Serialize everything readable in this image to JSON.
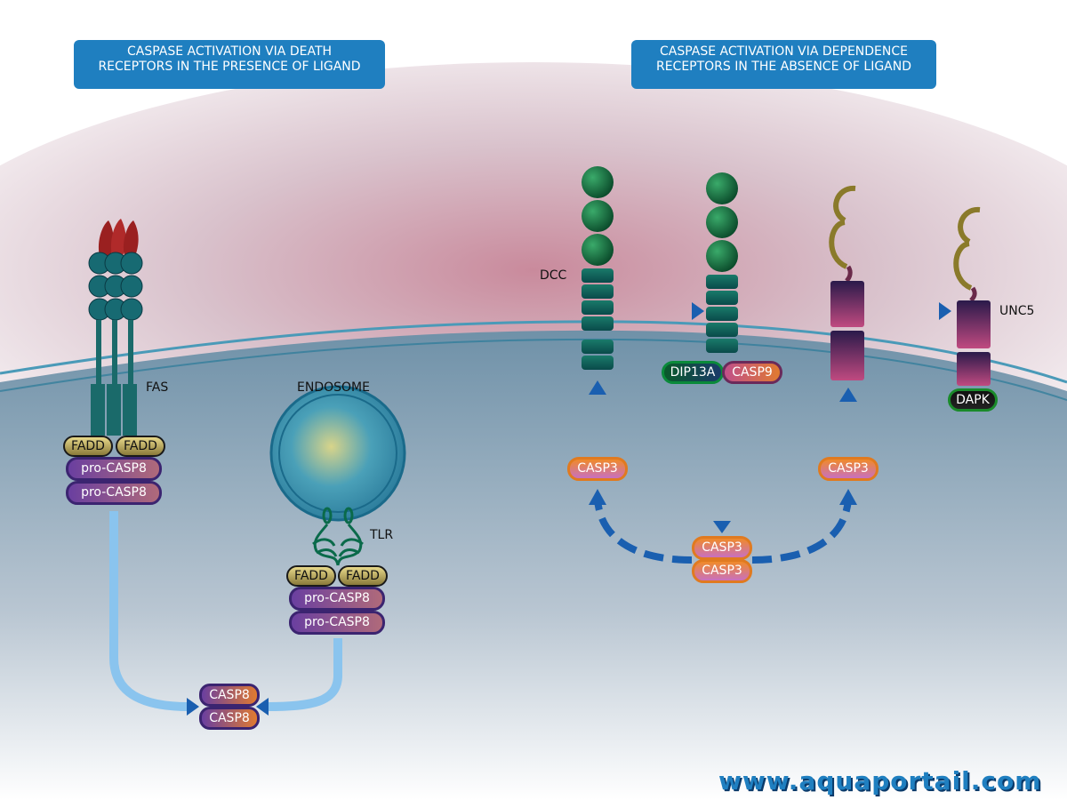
{
  "titles": {
    "left": [
      "CASPASE ACTIVATION VIA DEATH",
      "RECEPTORS IN THE PRESENCE OF LIGAND"
    ],
    "right": [
      "CASPASE ACTIVATION VIA DEPENDENCE",
      "RECEPTORS IN THE ABSENCE OF LIGAND"
    ]
  },
  "labels": {
    "fas": "FAS",
    "endosome": "ENDOSOME",
    "tlr": "TLR",
    "dcc": "DCC",
    "unc5": "UNC5"
  },
  "proteins": {
    "fadd": "FADD",
    "pro_casp8": "pro-CASP8",
    "casp8": "CASP8",
    "casp3": "CASP3",
    "dip13a": "DIP13A",
    "casp9": "CASP9",
    "dapk": "DAPK"
  },
  "watermark": "www.aquaportail.com",
  "colors": {
    "title_box": "#1f7fc0",
    "arrow": "#1a5fb0",
    "membrane": "#4a9ab8",
    "receptor_green": "#1a7a5a",
    "casp3_border": "#e07a20"
  }
}
